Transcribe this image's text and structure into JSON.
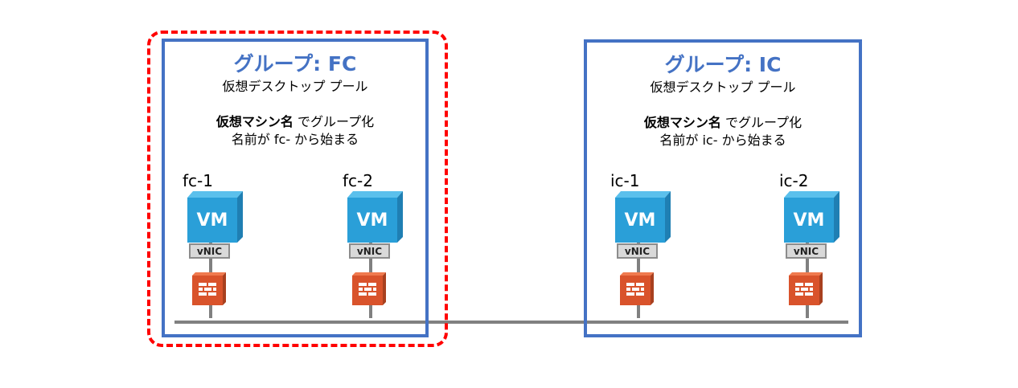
{
  "groups": [
    {
      "title": "グループ: FC",
      "subtitle": "仮想デスクトップ プール",
      "desc_bold": "仮想マシン名",
      "desc_rest": " でグループ化",
      "desc_line2": "名前が fc- から始まる",
      "highlighted": true
    },
    {
      "title": "グループ: IC",
      "subtitle": "仮想デスクトップ プール",
      "desc_bold": "仮想マシン名",
      "desc_rest": " でグループ化",
      "desc_line2": "名前が ic- から始まる",
      "highlighted": false
    }
  ],
  "vms": [
    {
      "name": "fc-1",
      "vm_label": "VM",
      "nic_label": "vNIC"
    },
    {
      "name": "fc-2",
      "vm_label": "VM",
      "nic_label": "vNIC"
    },
    {
      "name": "ic-1",
      "vm_label": "VM",
      "nic_label": "vNIC"
    },
    {
      "name": "ic-2",
      "vm_label": "VM",
      "nic_label": "vNIC"
    }
  ],
  "colors": {
    "group_border": "#4472C4",
    "highlight": "#FF0000",
    "vm": "#2A9FD8",
    "firewall": "#D9532B",
    "network": "#808080"
  }
}
